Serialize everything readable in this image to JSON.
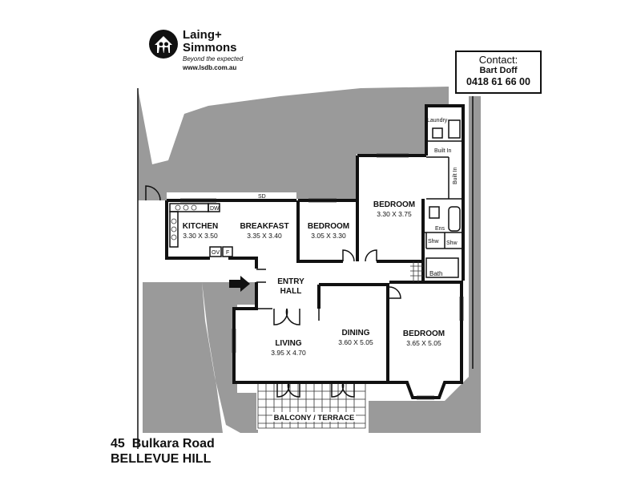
{
  "agency": {
    "name_line1": "Laing+",
    "name_line2": "Simmons",
    "tagline": "Beyond the expected",
    "website": "www.lsdb.com.au",
    "logo_icon": "house-people-logo-icon"
  },
  "contact": {
    "heading": "Contact:",
    "name": "Bart Doff",
    "phone": "0418 61 66 00"
  },
  "address": {
    "line1": "45  Bulkara Road",
    "line2": "BELLEVUE HILL"
  },
  "rooms": {
    "kitchen": {
      "name": "KITCHEN",
      "dims": "3.30 X 3.50"
    },
    "breakfast": {
      "name": "BREAKFAST",
      "dims": "3.35 X 3.40"
    },
    "bedroom_small": {
      "name": "BEDROOM",
      "dims": "3.05 X 3.30"
    },
    "bedroom_master": {
      "name": "BEDROOM",
      "dims": "3.30 X 3.75"
    },
    "entry_hall": {
      "name_line1": "ENTRY",
      "name_line2": "HALL"
    },
    "living": {
      "name": "LIVING",
      "dims": "3.95 X 4.70"
    },
    "dining": {
      "name": "DINING",
      "dims": "3.60 X 5.05"
    },
    "bedroom_front": {
      "name": "BEDROOM",
      "dims": "3.65 X 5.05"
    },
    "balcony": {
      "name": "BALCONY / TERRACE"
    }
  },
  "fixtures": {
    "laundry": "Laundry",
    "built_in_1": "Built In",
    "built_in_2": "Built In",
    "ensuite": "Ens",
    "shower_1": "Shw",
    "shower_2": "Shw",
    "bath": "Bath",
    "dishwasher": "DW",
    "sliding_door": "SD",
    "oven": "OV",
    "fridge": "F"
  },
  "colors": {
    "walls": "#111111",
    "landscape_shade": "#9a9a9a",
    "background": "#ffffff"
  }
}
